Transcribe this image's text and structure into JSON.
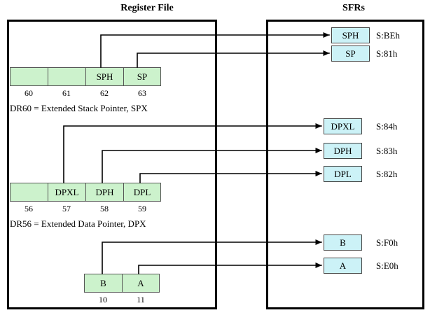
{
  "panels": {
    "register_file": {
      "title": "Register File"
    },
    "sfrs": {
      "title": "SFRs"
    }
  },
  "register_rows": [
    {
      "id": "spx",
      "cells": [
        {
          "name": "",
          "index": "60"
        },
        {
          "name": "",
          "index": "61"
        },
        {
          "name": "SPH",
          "index": "62"
        },
        {
          "name": "SP",
          "index": "63"
        }
      ],
      "caption": "DR60 = Extended Stack Pointer, SPX"
    },
    {
      "id": "dpx",
      "cells": [
        {
          "name": "",
          "index": "56"
        },
        {
          "name": "DPXL",
          "index": "57"
        },
        {
          "name": "DPH",
          "index": "58"
        },
        {
          "name": "DPL",
          "index": "59"
        }
      ],
      "caption": "DR56 = Extended Data Pointer, DPX"
    },
    {
      "id": "ba",
      "cells": [
        {
          "name": "B",
          "index": "10"
        },
        {
          "name": "A",
          "index": "11"
        }
      ],
      "caption": ""
    }
  ],
  "sfr_registers": [
    {
      "name": "SPH",
      "address": "S:BEh"
    },
    {
      "name": "SP",
      "address": "S:81h"
    },
    {
      "name": "DPXL",
      "address": "S:84h"
    },
    {
      "name": "DPH",
      "address": "S:83h"
    },
    {
      "name": "DPL",
      "address": "S:82h"
    },
    {
      "name": "B",
      "address": "S:F0h"
    },
    {
      "name": "A",
      "address": "S:E0h"
    }
  ],
  "colors": {
    "register_cell_fill": "#ccf2cc",
    "sfr_box_fill": "#ccf2f7",
    "line": "#000000",
    "panel_border": "#000000"
  }
}
